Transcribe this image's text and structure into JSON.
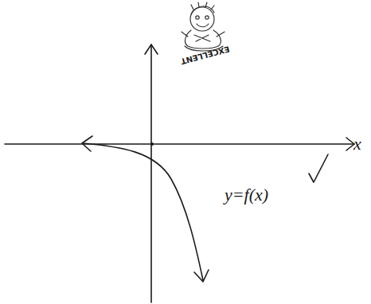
{
  "diagram": {
    "labels": [
      "x",
      "y=f(x)",
      "EXCELLENT"
    ]
  }
}
